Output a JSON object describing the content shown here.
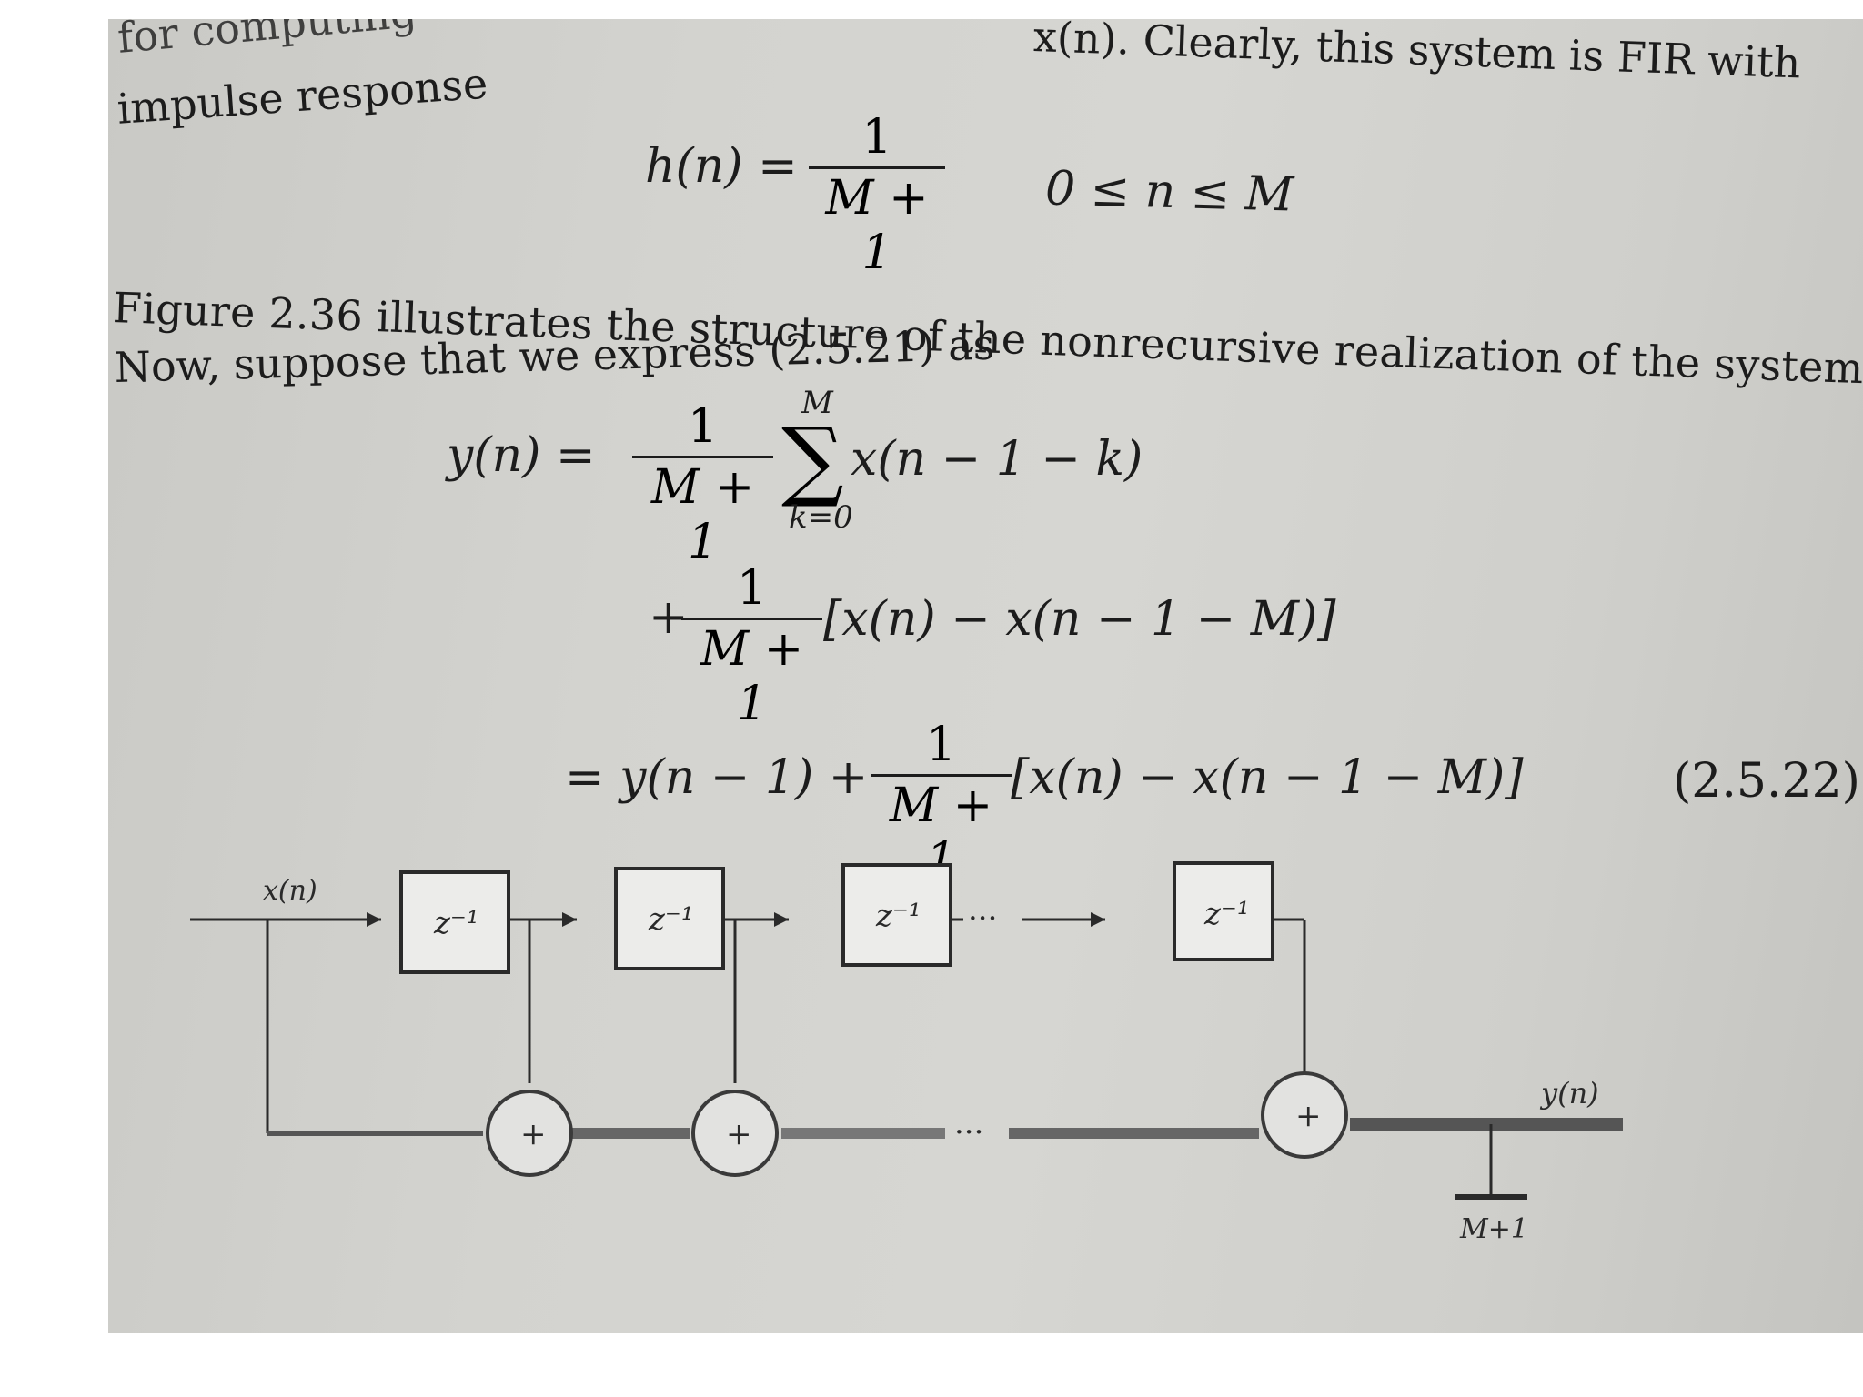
{
  "paragraph_top": {
    "line1_left": "for computing",
    "line1_right": "x(n). Clearly, this system is FIR with",
    "line2": "impulse response"
  },
  "eq_h": {
    "lhs": "h(n) =",
    "num": "1",
    "den": "M + 1",
    "range": "0 ≤ n ≤ M"
  },
  "paragraph_mid": {
    "line1": "Figure 2.36 illustrates the structure of the nonrecursive realization of the system.",
    "line2": "Now, suppose that we express (2.5.21) as"
  },
  "eq_y": {
    "lhs": "y(n) =",
    "frac1_num": "1",
    "frac1_den": "M + 1",
    "sum_top": "M",
    "sum_bottom": "k=0",
    "sum_term": "x(n − 1 − k)",
    "line2_plus": "+",
    "frac2_num": "1",
    "frac2_den": "M + 1",
    "line2_term": "[x(n) − x(n − 1 − M)]",
    "line3_prefix": "= y(n − 1) +",
    "frac3_num": "1",
    "frac3_den": "M + 1",
    "line3_term": "[x(n) − x(n − 1 − M)]",
    "eq_number": "(2.5.22)"
  },
  "diagram": {
    "input_label": "x(n)",
    "delay_label": "z⁻¹",
    "adder_symbol": "+",
    "ellipsis": "···",
    "output_label": "y(n)",
    "gain_label": "M+1"
  }
}
